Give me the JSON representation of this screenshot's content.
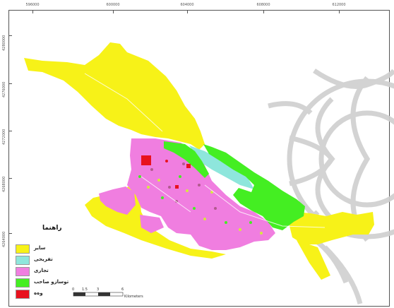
{
  "grid": {
    "top_ticks": [
      "596000",
      "600000",
      "604000",
      "608000",
      "612000"
    ],
    "left_ticks": [
      "4280000",
      "4276000",
      "4272000",
      "4268000",
      "4264000"
    ]
  },
  "legend": {
    "title": "راهنما",
    "items": [
      {
        "label": "سایر",
        "color": "#f7f218"
      },
      {
        "label": "تفریحی",
        "color": "#8ee6dc"
      },
      {
        "label": "تجاری",
        "color": "#f07ee0"
      },
      {
        "label": "توسازو صاحب",
        "color": "#44ee22"
      },
      {
        "label": "و‌ه‌ه",
        "color": "#e8121e"
      }
    ]
  },
  "scale_bar": {
    "labels": [
      "0",
      "1.5",
      "3",
      "6"
    ],
    "unit": "Kilometers"
  },
  "colors": {
    "yellow": "#f7f218",
    "cyan": "#8ee6dc",
    "pink": "#f07ee0",
    "green": "#44ee22",
    "red": "#e8121e",
    "watermark": "#c9c9c9"
  }
}
